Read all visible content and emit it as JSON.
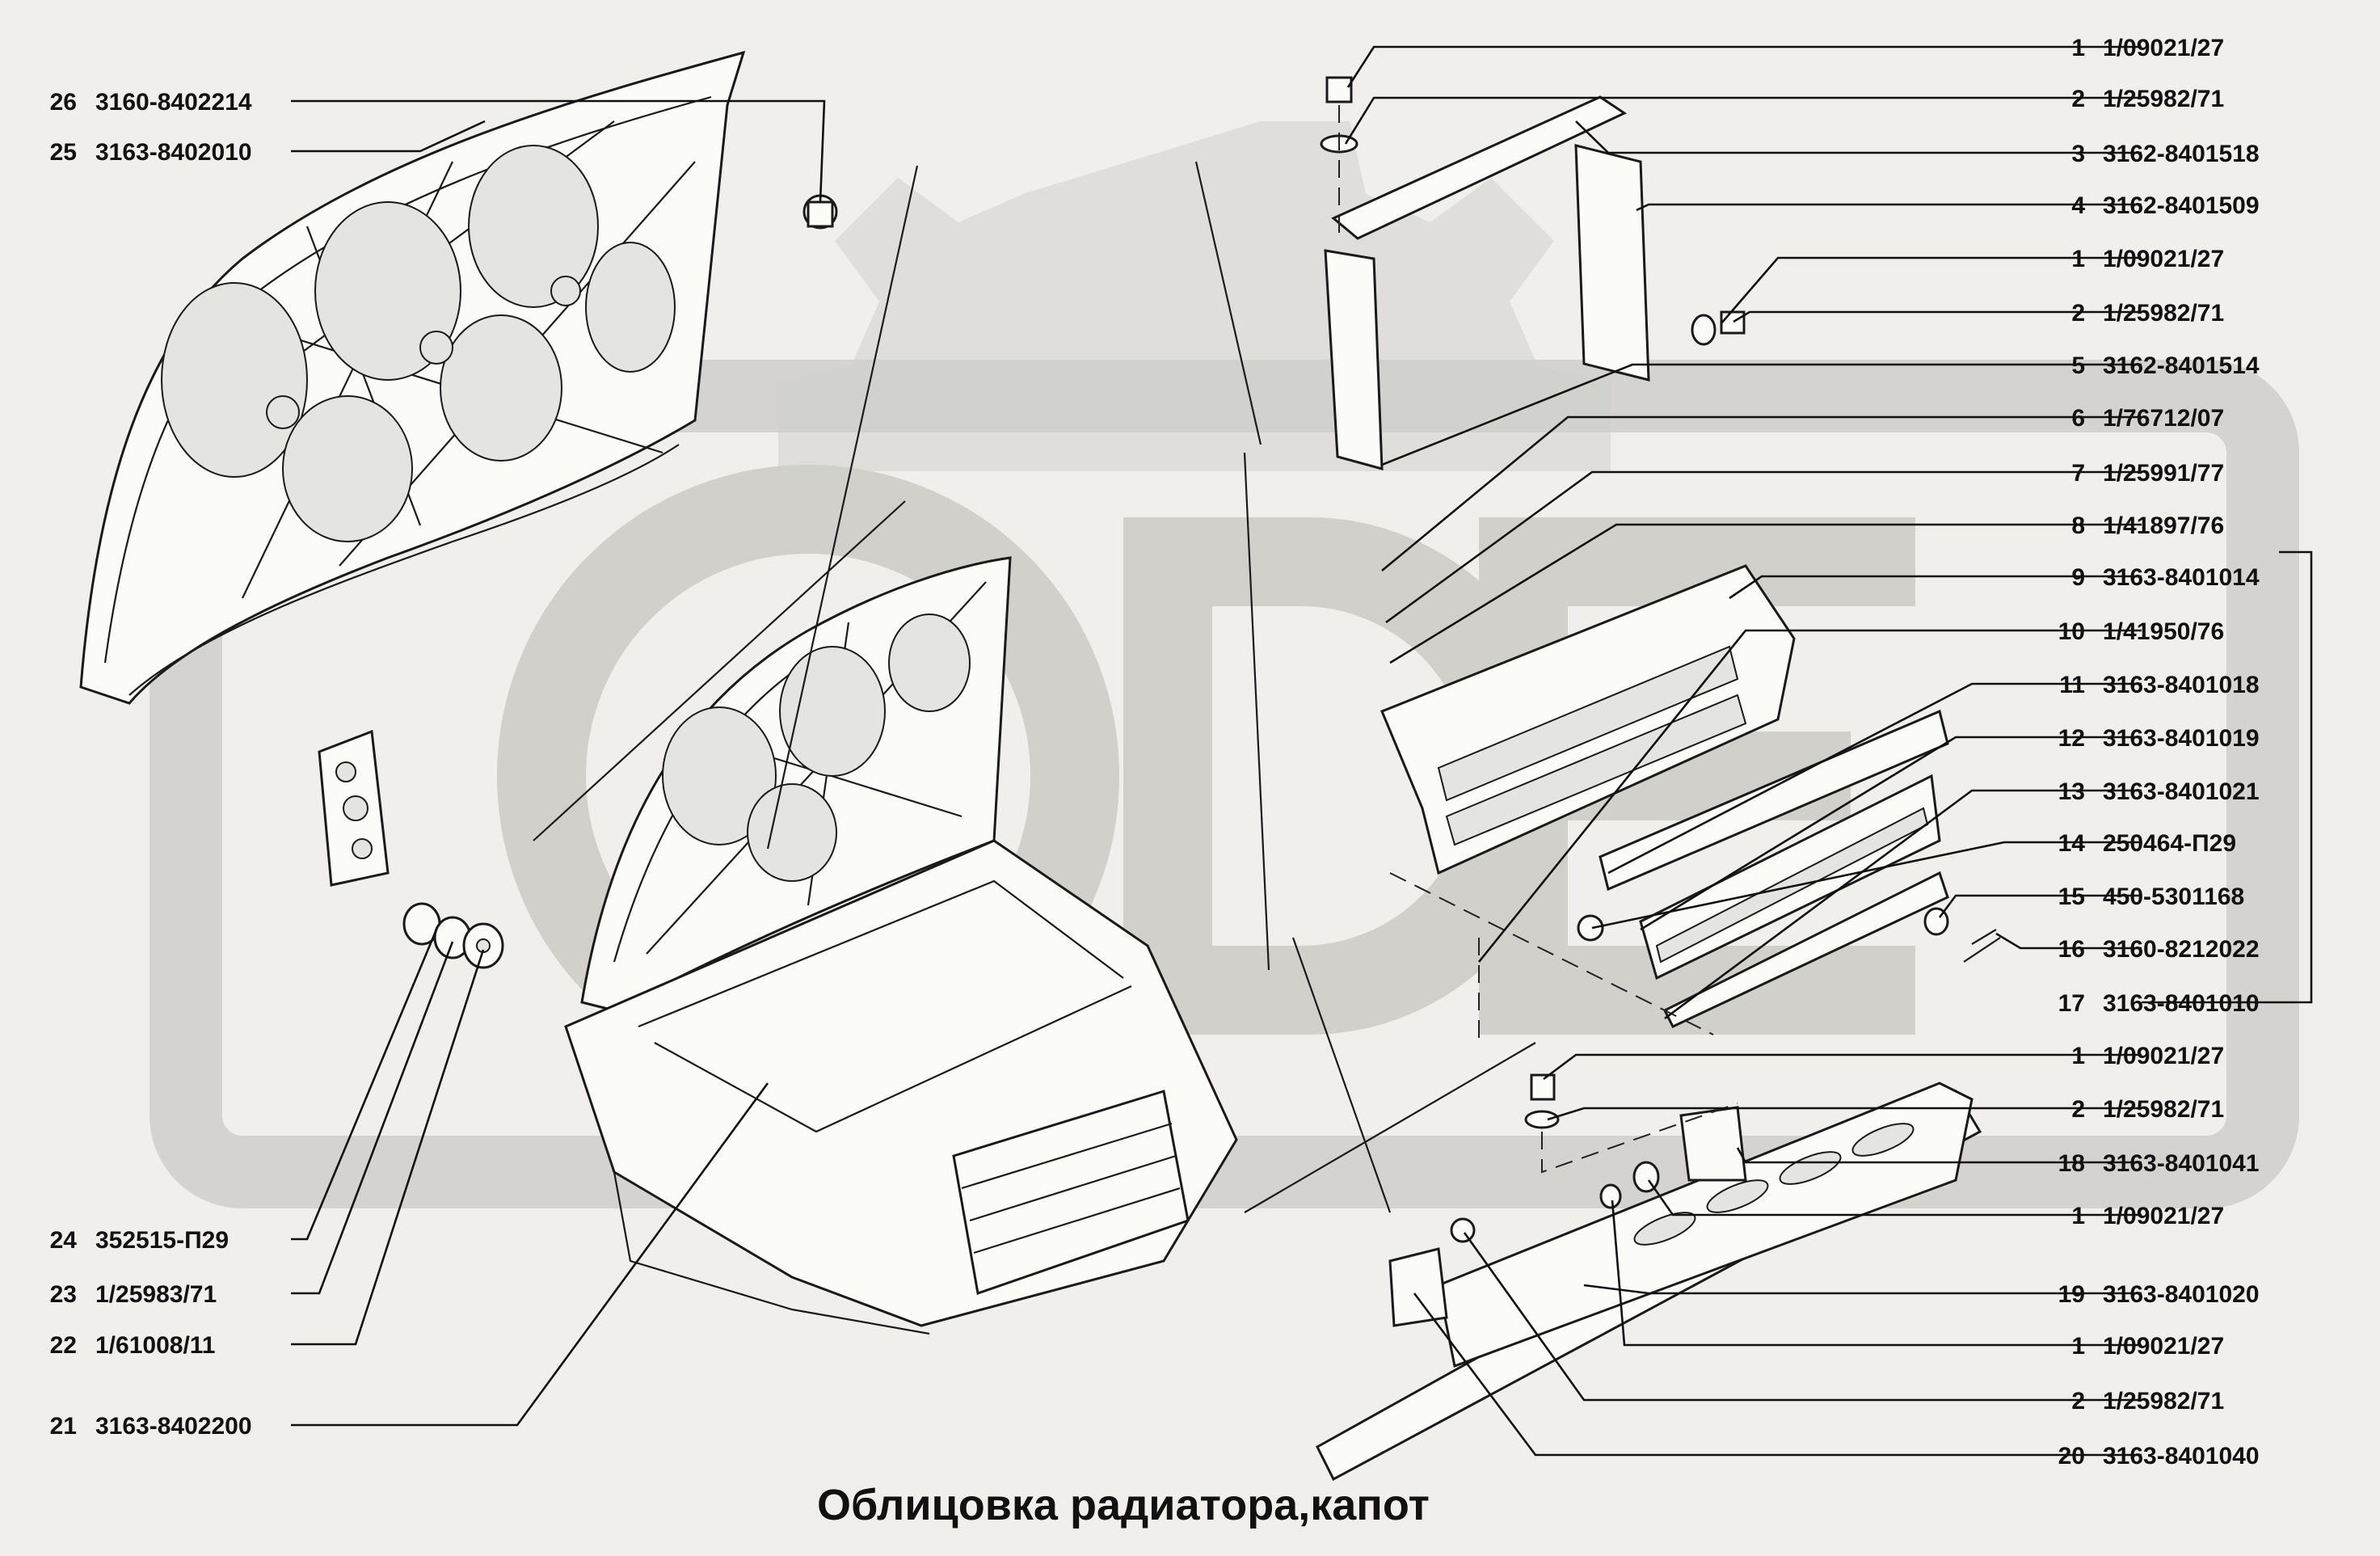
{
  "title": "Облицовка радиатора,капот",
  "watermark": {
    "text": "ODE",
    "color": "#c9c8c4"
  },
  "colors": {
    "background": "#f0efeb",
    "ink": "#111111"
  },
  "callouts_right": [
    {
      "num": "1",
      "code": "1/09021/27"
    },
    {
      "num": "2",
      "code": "1/25982/71"
    },
    {
      "num": "3",
      "code": "3162-8401518"
    },
    {
      "num": "4",
      "code": "3162-8401509"
    },
    {
      "num": "1",
      "code": "1/09021/27"
    },
    {
      "num": "2",
      "code": "1/25982/71"
    },
    {
      "num": "5",
      "code": "3162-8401514"
    },
    {
      "num": "6",
      "code": "1/76712/07"
    },
    {
      "num": "7",
      "code": "1/25991/77"
    },
    {
      "num": "8",
      "code": "1/41897/76"
    },
    {
      "num": "9",
      "code": "3163-8401014"
    },
    {
      "num": "10",
      "code": "1/41950/76"
    },
    {
      "num": "11",
      "code": "3163-8401018"
    },
    {
      "num": "12",
      "code": "3163-8401019"
    },
    {
      "num": "13",
      "code": "3163-8401021"
    },
    {
      "num": "14",
      "code": "250464-П29"
    },
    {
      "num": "15",
      "code": "450-5301168"
    },
    {
      "num": "16",
      "code": "3160-8212022"
    },
    {
      "num": "17",
      "code": "3163-8401010"
    },
    {
      "num": "1",
      "code": "1/09021/27"
    },
    {
      "num": "2",
      "code": "1/25982/71"
    },
    {
      "num": "18",
      "code": "3163-8401041"
    },
    {
      "num": "1",
      "code": "1/09021/27"
    },
    {
      "num": "19",
      "code": "3163-8401020"
    },
    {
      "num": "1",
      "code": "1/09021/27"
    },
    {
      "num": "2",
      "code": "1/25982/71"
    },
    {
      "num": "20",
      "code": "3163-8401040"
    }
  ],
  "callouts_left": [
    {
      "num": "26",
      "code": "3160-8402214"
    },
    {
      "num": "25",
      "code": "3163-8402010"
    },
    {
      "num": "24",
      "code": "352515-П29"
    },
    {
      "num": "23",
      "code": "1/25983/71"
    },
    {
      "num": "22",
      "code": "1/61008/11"
    },
    {
      "num": "21",
      "code": "3163-8402200"
    }
  ]
}
